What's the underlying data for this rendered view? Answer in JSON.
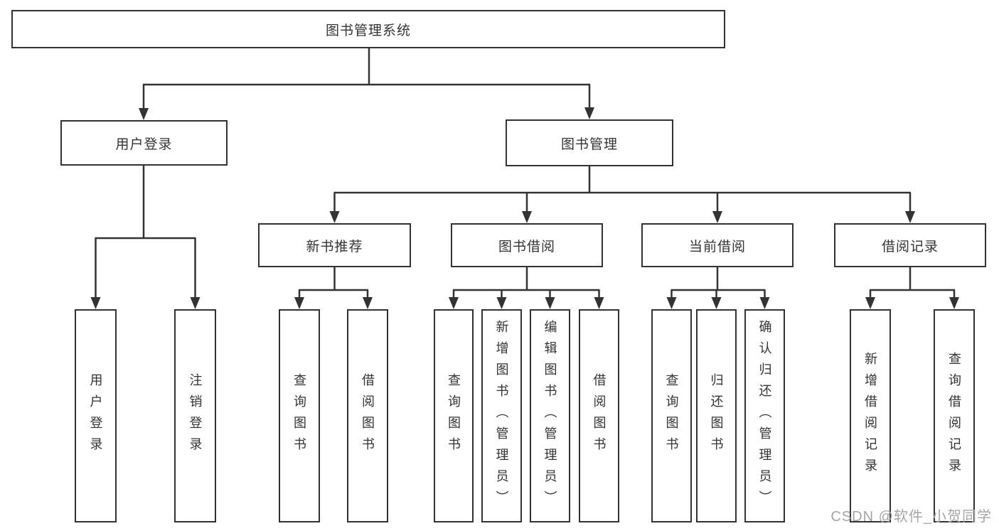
{
  "diagram": {
    "root": "图书管理系统",
    "user_login": {
      "label": "用户登录",
      "children": [
        "用户登录",
        "注销登录"
      ]
    },
    "book_management": {
      "label": "图书管理",
      "new_book": {
        "label": "新书推荐",
        "children": [
          "查询图书",
          "借阅图书"
        ]
      },
      "book_borrow": {
        "label": "图书借阅",
        "children": [
          "查询图书",
          "新增图书（管理员）",
          "编辑图书（管理员）",
          "借阅图书"
        ]
      },
      "current_borrow": {
        "label": "当前借阅",
        "children": [
          "查询图书",
          "归还图书",
          "确认归还（管理员）"
        ]
      },
      "borrow_record": {
        "label": "借阅记录",
        "children": [
          "新增借阅记录",
          "查询借阅记录"
        ]
      }
    },
    "watermark": "CSDN @软件_小贺同学",
    "colors": {
      "line": "#333333",
      "border": "#333333",
      "text": "#333333",
      "watermark": "#a6a6a6",
      "background": "#ffffff"
    }
  }
}
